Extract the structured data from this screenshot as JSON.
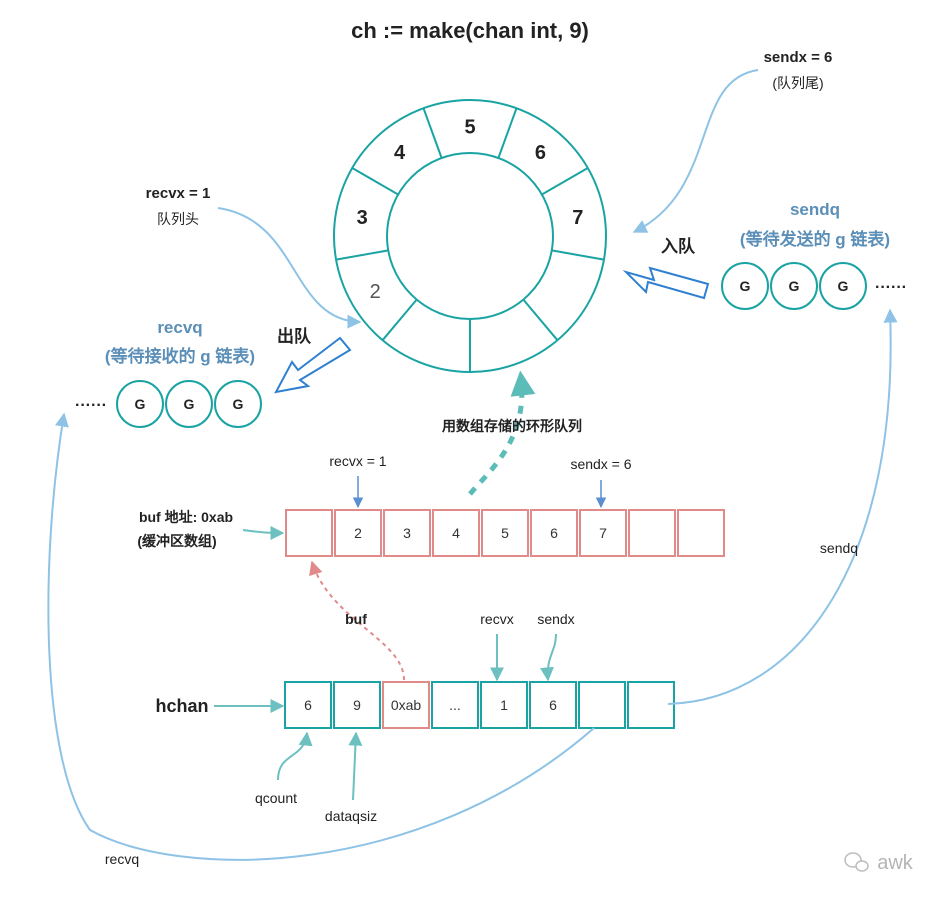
{
  "title": "ch := make(chan int, 9)",
  "ring": {
    "slots": [
      "5",
      "6",
      "7",
      "",
      "",
      "",
      "2",
      "3",
      "4"
    ]
  },
  "ring_labels": {
    "sendx": "sendx = 6",
    "sendx_note": "(队列尾)",
    "recvx": "recvx = 1",
    "recvx_note": "队列头",
    "enqueue": "入队",
    "dequeue": "出队",
    "ring_caption": "用数组存储的环形队列"
  },
  "sendq": {
    "title": "sendq",
    "subtitle": "(等待发送的 g 链表)",
    "items": [
      "G",
      "G",
      "G"
    ],
    "ellipsis": "······"
  },
  "recvq": {
    "title": "recvq",
    "subtitle": "(等待接收的 g 链表)",
    "items": [
      "G",
      "G",
      "G"
    ],
    "ellipsis": "······"
  },
  "buf": {
    "label": "buf 地址: 0xab",
    "label_note": "(缓冲区数组)",
    "cells": [
      "",
      "2",
      "3",
      "4",
      "5",
      "6",
      "7",
      "",
      ""
    ],
    "recvx_label": "recvx = 1",
    "sendx_label": "sendx = 6",
    "pointer_label": "buf"
  },
  "hchan": {
    "label": "hchan",
    "cells": [
      "6",
      "9",
      "0xab",
      "...",
      "1",
      "6",
      "",
      ""
    ],
    "field_labels": {
      "qcount": "qcount",
      "dataqsiz": "dataqsiz",
      "recvx": "recvx",
      "sendx": "sendx",
      "sendq": "sendq",
      "recvq": "recvq"
    }
  },
  "watermark": "awk",
  "colors": {
    "teal": "#1aa3a3",
    "red": "#e08a8a",
    "light_blue": "#8ec3e6",
    "label_blue": "#5b8fb8",
    "arrow_blue": "#2f80d0"
  }
}
